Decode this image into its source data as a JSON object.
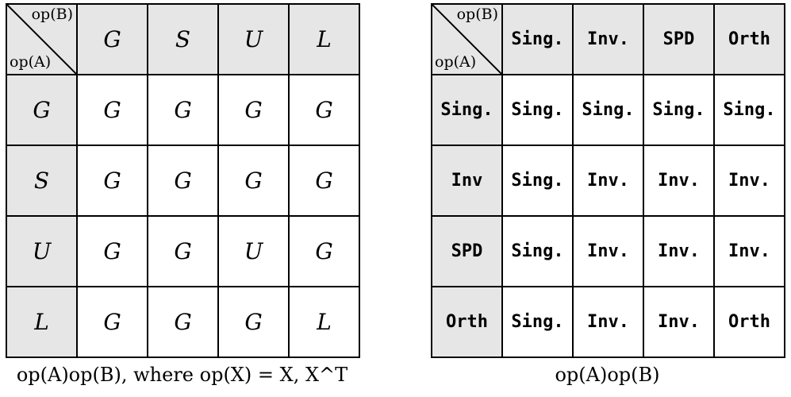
{
  "left_table": {
    "corner_top": "op(B)",
    "corner_bottom": "op(A)",
    "col_headers": [
      "G",
      "S",
      "U",
      "L"
    ],
    "rows": [
      {
        "header": "G",
        "cells": [
          "G",
          "G",
          "G",
          "G"
        ]
      },
      {
        "header": "S",
        "cells": [
          "G",
          "G",
          "G",
          "G"
        ]
      },
      {
        "header": "U",
        "cells": [
          "G",
          "G",
          "U",
          "G"
        ]
      },
      {
        "header": "L",
        "cells": [
          "G",
          "G",
          "G",
          "L"
        ]
      }
    ],
    "caption": "op(A)op(B), where op(X) = X, X^T"
  },
  "right_table": {
    "corner_top": "op(B)",
    "corner_bottom": "op(A)",
    "col_headers": [
      "Sing.",
      "Inv.",
      "SPD",
      "Orth"
    ],
    "rows": [
      {
        "header": "Sing.",
        "cells": [
          "Sing.",
          "Sing.",
          "Sing.",
          "Sing."
        ]
      },
      {
        "header": "Inv",
        "cells": [
          "Sing.",
          "Inv.",
          "Inv.",
          "Inv."
        ]
      },
      {
        "header": "SPD",
        "cells": [
          "Sing.",
          "Inv.",
          "Inv.",
          "Inv."
        ]
      },
      {
        "header": "Orth",
        "cells": [
          "Sing.",
          "Inv.",
          "Inv.",
          "Orth"
        ]
      }
    ],
    "caption": "op(A)op(B)"
  }
}
